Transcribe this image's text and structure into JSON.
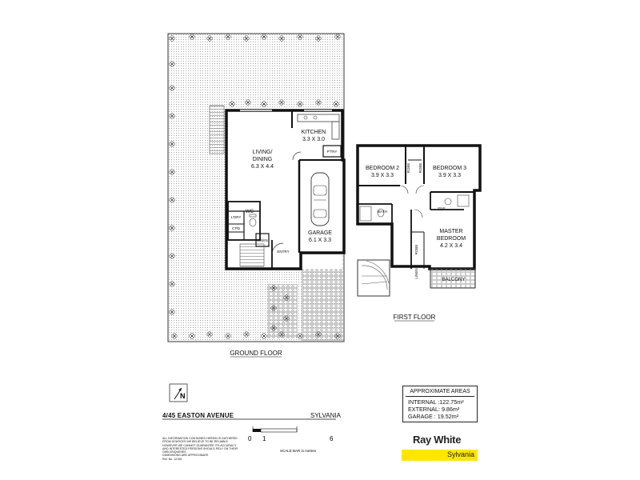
{
  "rooms": {
    "kitchen": {
      "name": "KITCHEN",
      "size": "3.3 X 3.0"
    },
    "living": {
      "name1": "LIVING/",
      "name2": "DINING",
      "size": "6.3 X 4.4"
    },
    "garage": {
      "name": "GARAGE",
      "size": "6.1 X 3.3"
    },
    "bedroom2": {
      "name": "BEDROOM 2",
      "size": "3.9 X 3.3"
    },
    "bedroom3": {
      "name": "BEDROOM 3",
      "size": "3.9 X 3.3"
    },
    "master": {
      "name1": "MASTER",
      "name2": "BEDROOM",
      "size": "4.2 X 3.4"
    }
  },
  "small_labels": {
    "ptry": "P'TRY",
    "wc": "WC",
    "ldry": "L'DRY",
    "cpd": "C'PD",
    "linen_ground": "LINEN",
    "entry": "ENTRY",
    "bath": "BATH",
    "ens": "ENS",
    "linen_first": "LINEN",
    "robe": "ROBE",
    "balcony": "BALCONY"
  },
  "floors": {
    "ground": "GROUND FLOOR",
    "first": "FIRST FLOOR"
  },
  "compass": {
    "letter": "N"
  },
  "property": {
    "address": "4/45 EASTON AVENUE",
    "suburb": "SYLVANIA"
  },
  "disclaimer": [
    "ALL INFORMATION CONTAINED HEREIN IS GATHERED",
    "FROM SOURCES WE BELIEVE TO BE RELIABLE.",
    "HOWEVER WE CANNOT GUARANTEE ITS ACCURACY",
    "AND INTERESTED PERSONS SHOULD RELY ON THEIR",
    "OWN ENQUIRIES",
    "DIMENSIONS ARE APPROXIMATE",
    "Ref. No. 12106"
  ],
  "scale": {
    "zero": "0",
    "one": "1",
    "six": "6",
    "caption": "SCALE BAR in metres"
  },
  "areas": {
    "title": "APPROXIMATE AREAS",
    "internal": "INTERNAL :122.75m²",
    "external": "EXTERNAL:  9.86m²",
    "garage": "GARAGE   :  19.52m²"
  },
  "brand": {
    "name": "Ray White",
    "suburb": "Sylvania",
    "accent": "#ffe600"
  }
}
